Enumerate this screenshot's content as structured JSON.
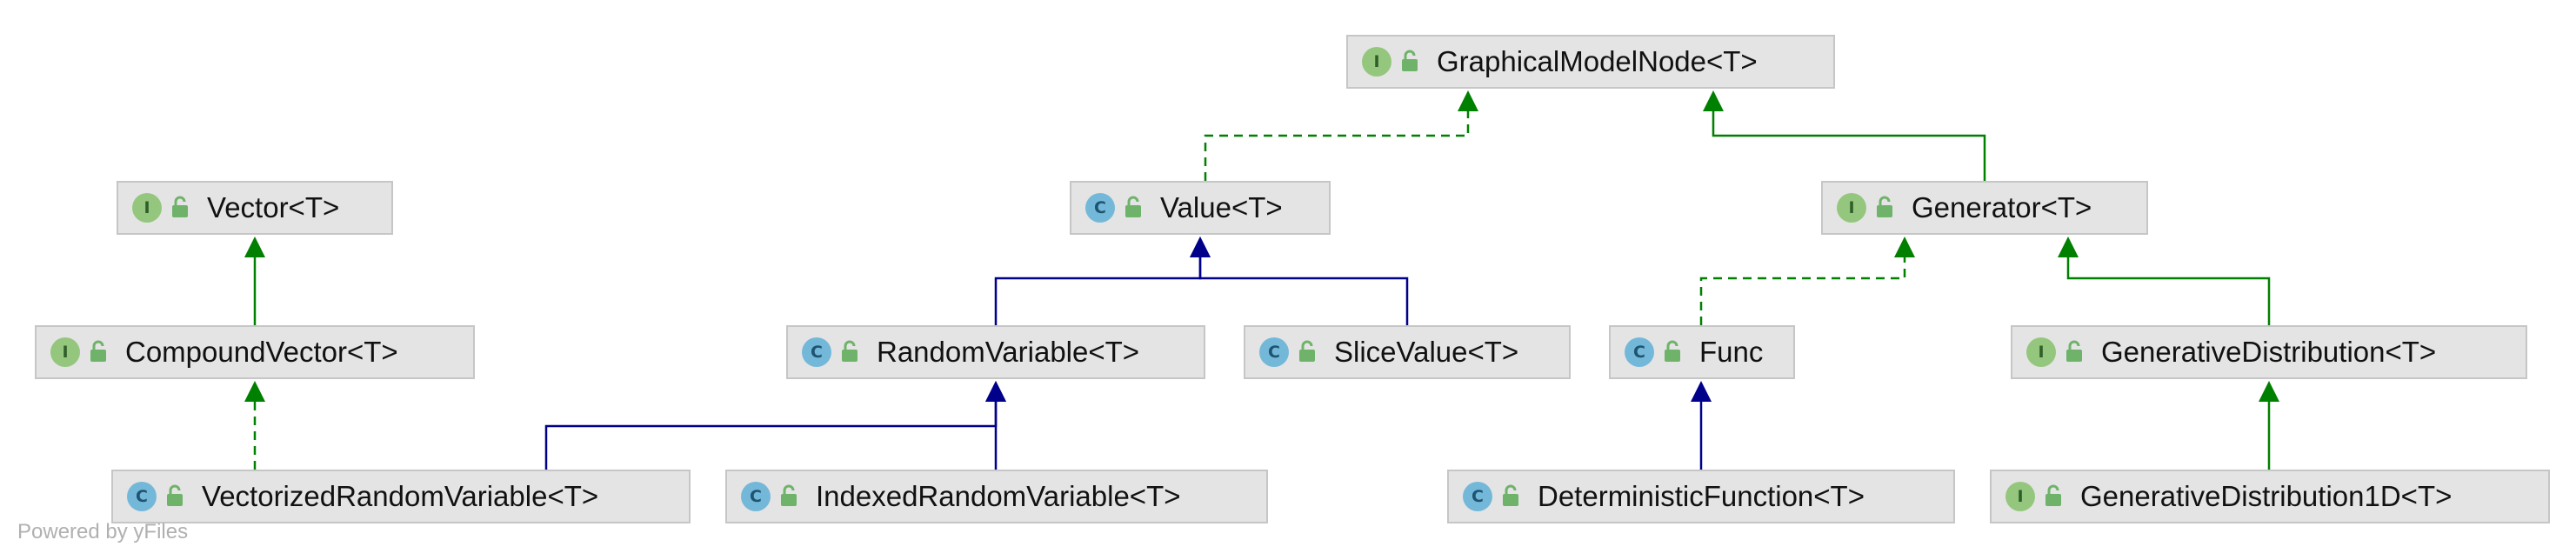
{
  "watermark": "Powered by yFiles",
  "colors": {
    "generalization": "#008000",
    "realization": "#008000",
    "class_inheritance": "#00008b",
    "node_fill": "#e4e4e4",
    "node_border": "#c6c6c6",
    "interface_badge": "#94c77d",
    "class_badge": "#74b8d9"
  },
  "nodes": [
    {
      "id": "graphicalmodelnode",
      "kind": "interface",
      "badge": "I",
      "label": "GraphicalModelNode<T>"
    },
    {
      "id": "vector",
      "kind": "interface",
      "badge": "I",
      "label": "Vector<T>"
    },
    {
      "id": "value",
      "kind": "class",
      "badge": "C",
      "label": "Value<T>"
    },
    {
      "id": "generator",
      "kind": "interface",
      "badge": "I",
      "label": "Generator<T>"
    },
    {
      "id": "compoundvector",
      "kind": "interface",
      "badge": "I",
      "label": "CompoundVector<T>"
    },
    {
      "id": "randomvariable",
      "kind": "class",
      "badge": "C",
      "label": "RandomVariable<T>"
    },
    {
      "id": "slicevalue",
      "kind": "class",
      "badge": "C",
      "label": "SliceValue<T>"
    },
    {
      "id": "func",
      "kind": "abstract",
      "badge": "C",
      "label": "Func"
    },
    {
      "id": "generativedistribution",
      "kind": "interface",
      "badge": "I",
      "label": "GenerativeDistribution<T>"
    },
    {
      "id": "vectorizedrandomvariable",
      "kind": "class",
      "badge": "C",
      "label": "VectorizedRandomVariable<T>"
    },
    {
      "id": "indexedrandomvariable",
      "kind": "class",
      "badge": "C",
      "label": "IndexedRandomVariable<T>"
    },
    {
      "id": "deterministicfunction",
      "kind": "abstract",
      "badge": "C",
      "label": "DeterministicFunction<T>"
    },
    {
      "id": "generativedistribution1d",
      "kind": "interface",
      "badge": "I",
      "label": "GenerativeDistribution1D<T>"
    }
  ],
  "edges": [
    {
      "from": "value",
      "to": "graphicalmodelnode",
      "type": "realization"
    },
    {
      "from": "generator",
      "to": "graphicalmodelnode",
      "type": "generalization"
    },
    {
      "from": "compoundvector",
      "to": "vector",
      "type": "generalization"
    },
    {
      "from": "randomvariable",
      "to": "value",
      "type": "class_inheritance"
    },
    {
      "from": "slicevalue",
      "to": "value",
      "type": "class_inheritance"
    },
    {
      "from": "func",
      "to": "generator",
      "type": "realization"
    },
    {
      "from": "generativedistribution",
      "to": "generator",
      "type": "generalization"
    },
    {
      "from": "vectorizedrandomvariable",
      "to": "compoundvector",
      "type": "realization"
    },
    {
      "from": "vectorizedrandomvariable",
      "to": "randomvariable",
      "type": "class_inheritance"
    },
    {
      "from": "indexedrandomvariable",
      "to": "randomvariable",
      "type": "class_inheritance"
    },
    {
      "from": "deterministicfunction",
      "to": "func",
      "type": "class_inheritance"
    },
    {
      "from": "generativedistribution1d",
      "to": "generativedistribution",
      "type": "generalization"
    }
  ]
}
